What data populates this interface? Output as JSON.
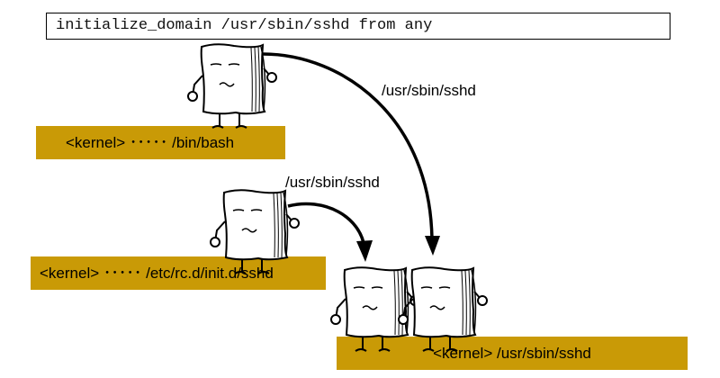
{
  "policy": {
    "text": "initialize_domain /usr/sbin/sshd from any"
  },
  "domains": {
    "bash": {
      "label": "<kernel> ･････ /bin/bash"
    },
    "rc": {
      "label": "<kernel> ･････ /etc/rc.d/init.d/sshd"
    },
    "sshd": {
      "label": "<kernel> /usr/sbin/sshd"
    }
  },
  "transitions": {
    "from_bash": "/usr/sbin/sshd",
    "from_rc": "/usr/sbin/sshd"
  },
  "colors": {
    "domain_bar": "#c99a06",
    "stroke": "#000000"
  }
}
